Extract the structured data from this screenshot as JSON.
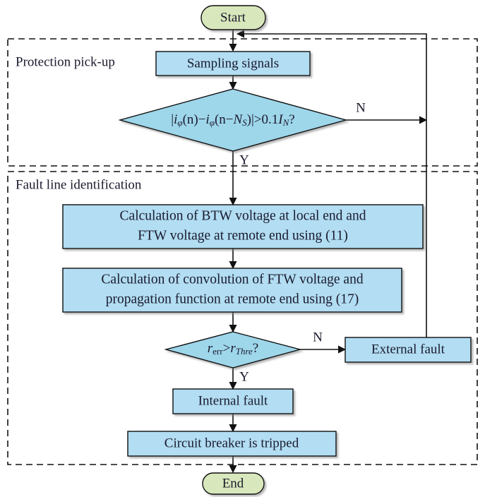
{
  "diagram": {
    "title_regions": [
      {
        "label": "Protection pick-up"
      },
      {
        "label": "Fault line identification"
      }
    ],
    "colors": {
      "terminal_fill": "#d9e8bc",
      "process_fill": "#b2ddf2",
      "decision_fill": "#9ed6ea",
      "stroke": "#111111",
      "text": "#1a1a2e"
    },
    "nodes": {
      "start": {
        "label": "Start",
        "type": "terminal"
      },
      "end": {
        "label": "End",
        "type": "terminal"
      },
      "sampling": {
        "label": "Sampling signals",
        "type": "process"
      },
      "decision1": {
        "type": "decision",
        "formula_parts": {
          "p1": "|",
          "i1": "i",
          "sub1": "φ",
          "p2": "(n)−",
          "i2": "i",
          "sub2": "φ",
          "p3": "(n−",
          "n_var": "N",
          "sub3": "S",
          "p4": ")|>0.1",
          "i_var": "I",
          "sub4": "N",
          "p5": "?"
        },
        "plain": "|iφ(n)−iφ(n−NS)|>0.1IN?"
      },
      "calc1": {
        "type": "process",
        "line1": "Calculation of BTW voltage at local end and",
        "line2": "FTW voltage at remote end using (11)"
      },
      "calc2": {
        "type": "process",
        "line1": "Calculation of convolution of FTW voltage and",
        "line2": "propagation function at remote end using (17)"
      },
      "decision2": {
        "type": "decision",
        "formula_parts": {
          "r1": "r",
          "sub1": "err",
          "op": ">",
          "r2": "r",
          "sub2": "Thre",
          "q": "?"
        },
        "plain": "r_err>r_Thre?"
      },
      "external_fault": {
        "label": "External fault",
        "type": "process"
      },
      "internal_fault": {
        "label": "Internal fault",
        "type": "process"
      },
      "breaker": {
        "label": "Circuit breaker is tripped",
        "type": "process"
      }
    },
    "branch_labels": {
      "d1_no": "N",
      "d1_yes": "Y",
      "d2_no": "N",
      "d2_yes": "Y"
    }
  }
}
